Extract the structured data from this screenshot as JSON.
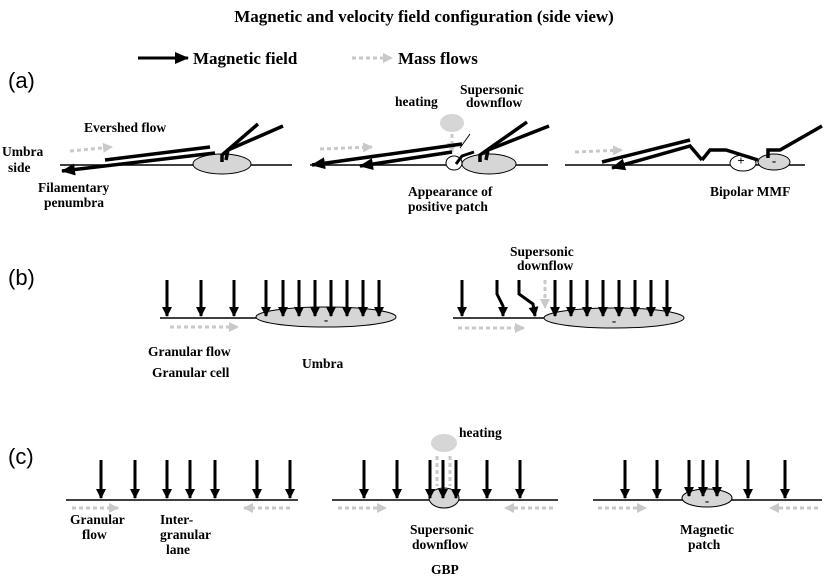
{
  "title": "Magnetic and velocity field configuration (side view)",
  "legend": {
    "magnetic": "Magnetic field",
    "mass": "Mass flows"
  },
  "panels": {
    "a": "(a)",
    "b": "(b)",
    "c": "(c)"
  },
  "a_labels": {
    "umbra_side_1": "Umbra",
    "umbra_side_2": "side",
    "evershed": "Evershed flow",
    "filamentary_1": "Filamentary",
    "filamentary_2": "penumbra",
    "heating": "heating",
    "supersonic_1": "Supersonic",
    "supersonic_2": "downflow",
    "appearance_1": "Appearance of",
    "appearance_2": "positive patch",
    "bipolar": "Bipolar MMF",
    "plus": "+",
    "minus": "-"
  },
  "b_labels": {
    "granular_flow": "Granular flow",
    "granular_cell": "Granular cell",
    "umbra": "Umbra",
    "supersonic_1": "Supersonic",
    "supersonic_2": "downflow",
    "minus": "-"
  },
  "c_labels": {
    "heating": "heating",
    "granular_1": "Granular",
    "granular_2": "flow",
    "inter_1": "Inter-",
    "inter_2": "granular",
    "inter_3": "lane",
    "supersonic_1": "Supersonic",
    "supersonic_2": "downflow",
    "gbp": "GBP",
    "magnetic_1": "Magnetic",
    "magnetic_2": "patch",
    "minus": "-"
  },
  "colors": {
    "field": "#000000",
    "flow": "#c9c9c9",
    "patch_fill": "#d6d6d6",
    "white_patch": "#ffffff"
  }
}
